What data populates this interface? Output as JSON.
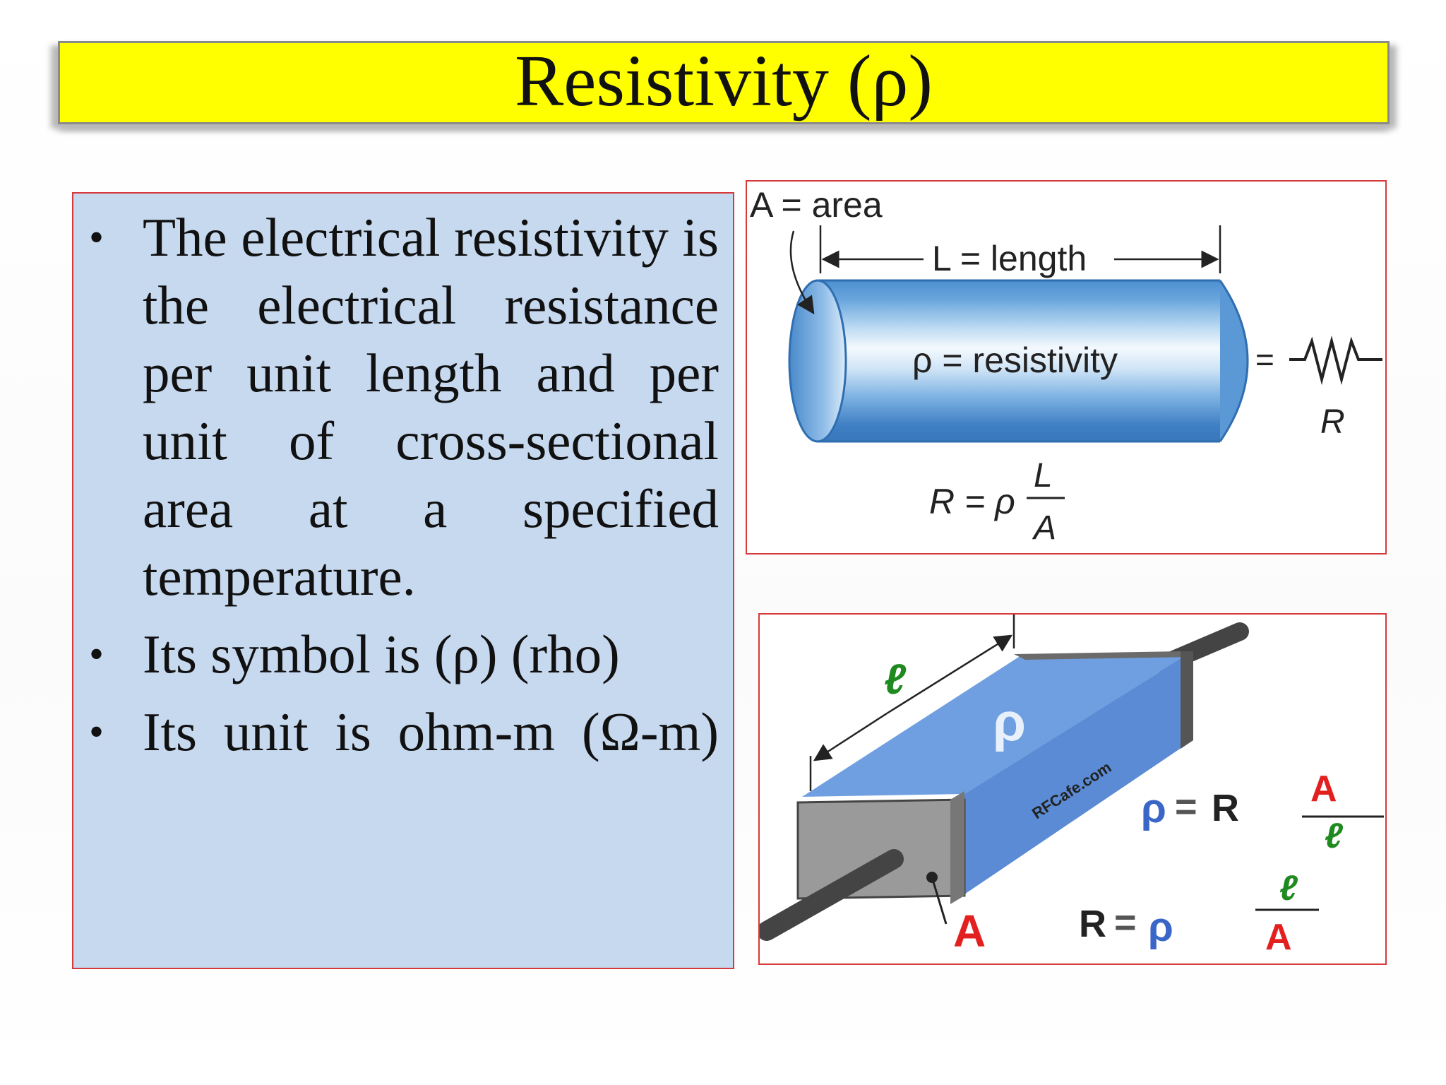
{
  "title": "Resistivity (ρ)",
  "bullets": [
    "The electrical resistivity is the electrical resistance per unit length and per unit of cross-sectional area at a specified temperature.",
    "Its symbol is (ρ) (rho)",
    "Its unit is ohm-m (Ω-m)"
  ],
  "bullet_marker": "•",
  "diagram_cylinder": {
    "area_label": "A = area",
    "length_label": "L = length",
    "resistivity_label": "ρ = resistivity",
    "equals": "=",
    "resistor_label": "R",
    "formula_lhs": "R = ρ",
    "formula_num": "L",
    "formula_den": "A"
  },
  "diagram_block": {
    "length_symbol": "ℓ",
    "rho_symbol": "ρ",
    "watermark": "RFCafe.com",
    "area_symbol": "A",
    "f1_lhs_rho": "ρ",
    "f1_eq": "=",
    "f1_R": "R",
    "f1_num": "A",
    "f1_den": "ℓ",
    "f2_R": "R",
    "f2_eq": "=",
    "f2_rho": "ρ",
    "f2_num": "ℓ",
    "f2_den": "A"
  },
  "colors": {
    "title_bg": "#ffff00",
    "text_box_bg": "#c7d9ef",
    "box_border": "#d63a3a",
    "block_blue": "#6f9fe0",
    "formula_red": "#e32020",
    "formula_green": "#1f8a1f",
    "formula_blue": "#3a66c8"
  }
}
